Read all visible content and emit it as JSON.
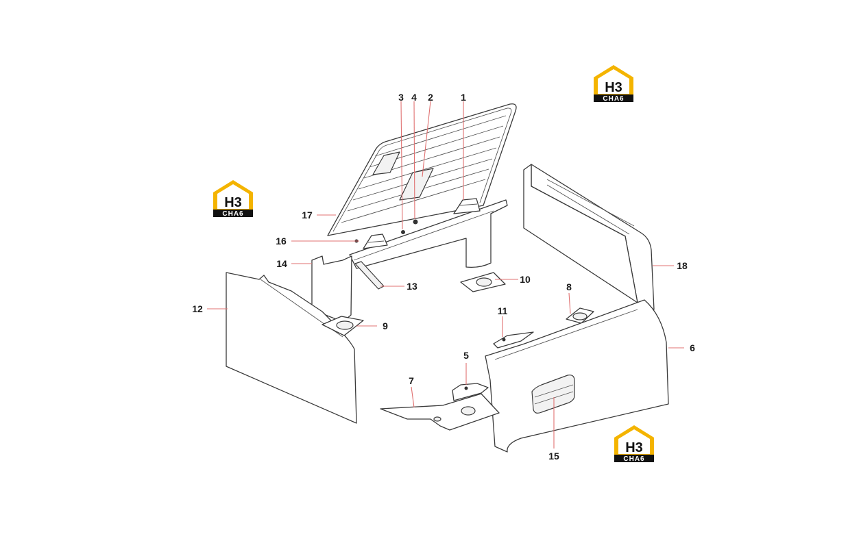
{
  "diagram": {
    "callouts": [
      {
        "id": "1",
        "label": "1"
      },
      {
        "id": "2",
        "label": "2"
      },
      {
        "id": "3",
        "label": "3"
      },
      {
        "id": "4",
        "label": "4"
      },
      {
        "id": "5",
        "label": "5"
      },
      {
        "id": "6",
        "label": "6"
      },
      {
        "id": "7",
        "label": "7"
      },
      {
        "id": "8",
        "label": "8"
      },
      {
        "id": "9",
        "label": "9"
      },
      {
        "id": "10",
        "label": "10"
      },
      {
        "id": "11",
        "label": "11"
      },
      {
        "id": "12",
        "label": "12"
      },
      {
        "id": "13",
        "label": "13"
      },
      {
        "id": "14",
        "label": "14"
      },
      {
        "id": "15",
        "label": "15"
      },
      {
        "id": "16",
        "label": "16"
      },
      {
        "id": "17",
        "label": "17"
      },
      {
        "id": "18",
        "label": "18"
      }
    ]
  },
  "logos": [
    {
      "letters": "H3",
      "bar_text": "CHA6"
    },
    {
      "letters": "H3",
      "bar_text": "CHA6"
    },
    {
      "letters": "H3",
      "bar_text": "CHA6"
    }
  ],
  "colors": {
    "logo_accent": "#f4b400",
    "logo_dark": "#111111",
    "leader_line": "#e07070",
    "outline": "#3a3a3a"
  }
}
